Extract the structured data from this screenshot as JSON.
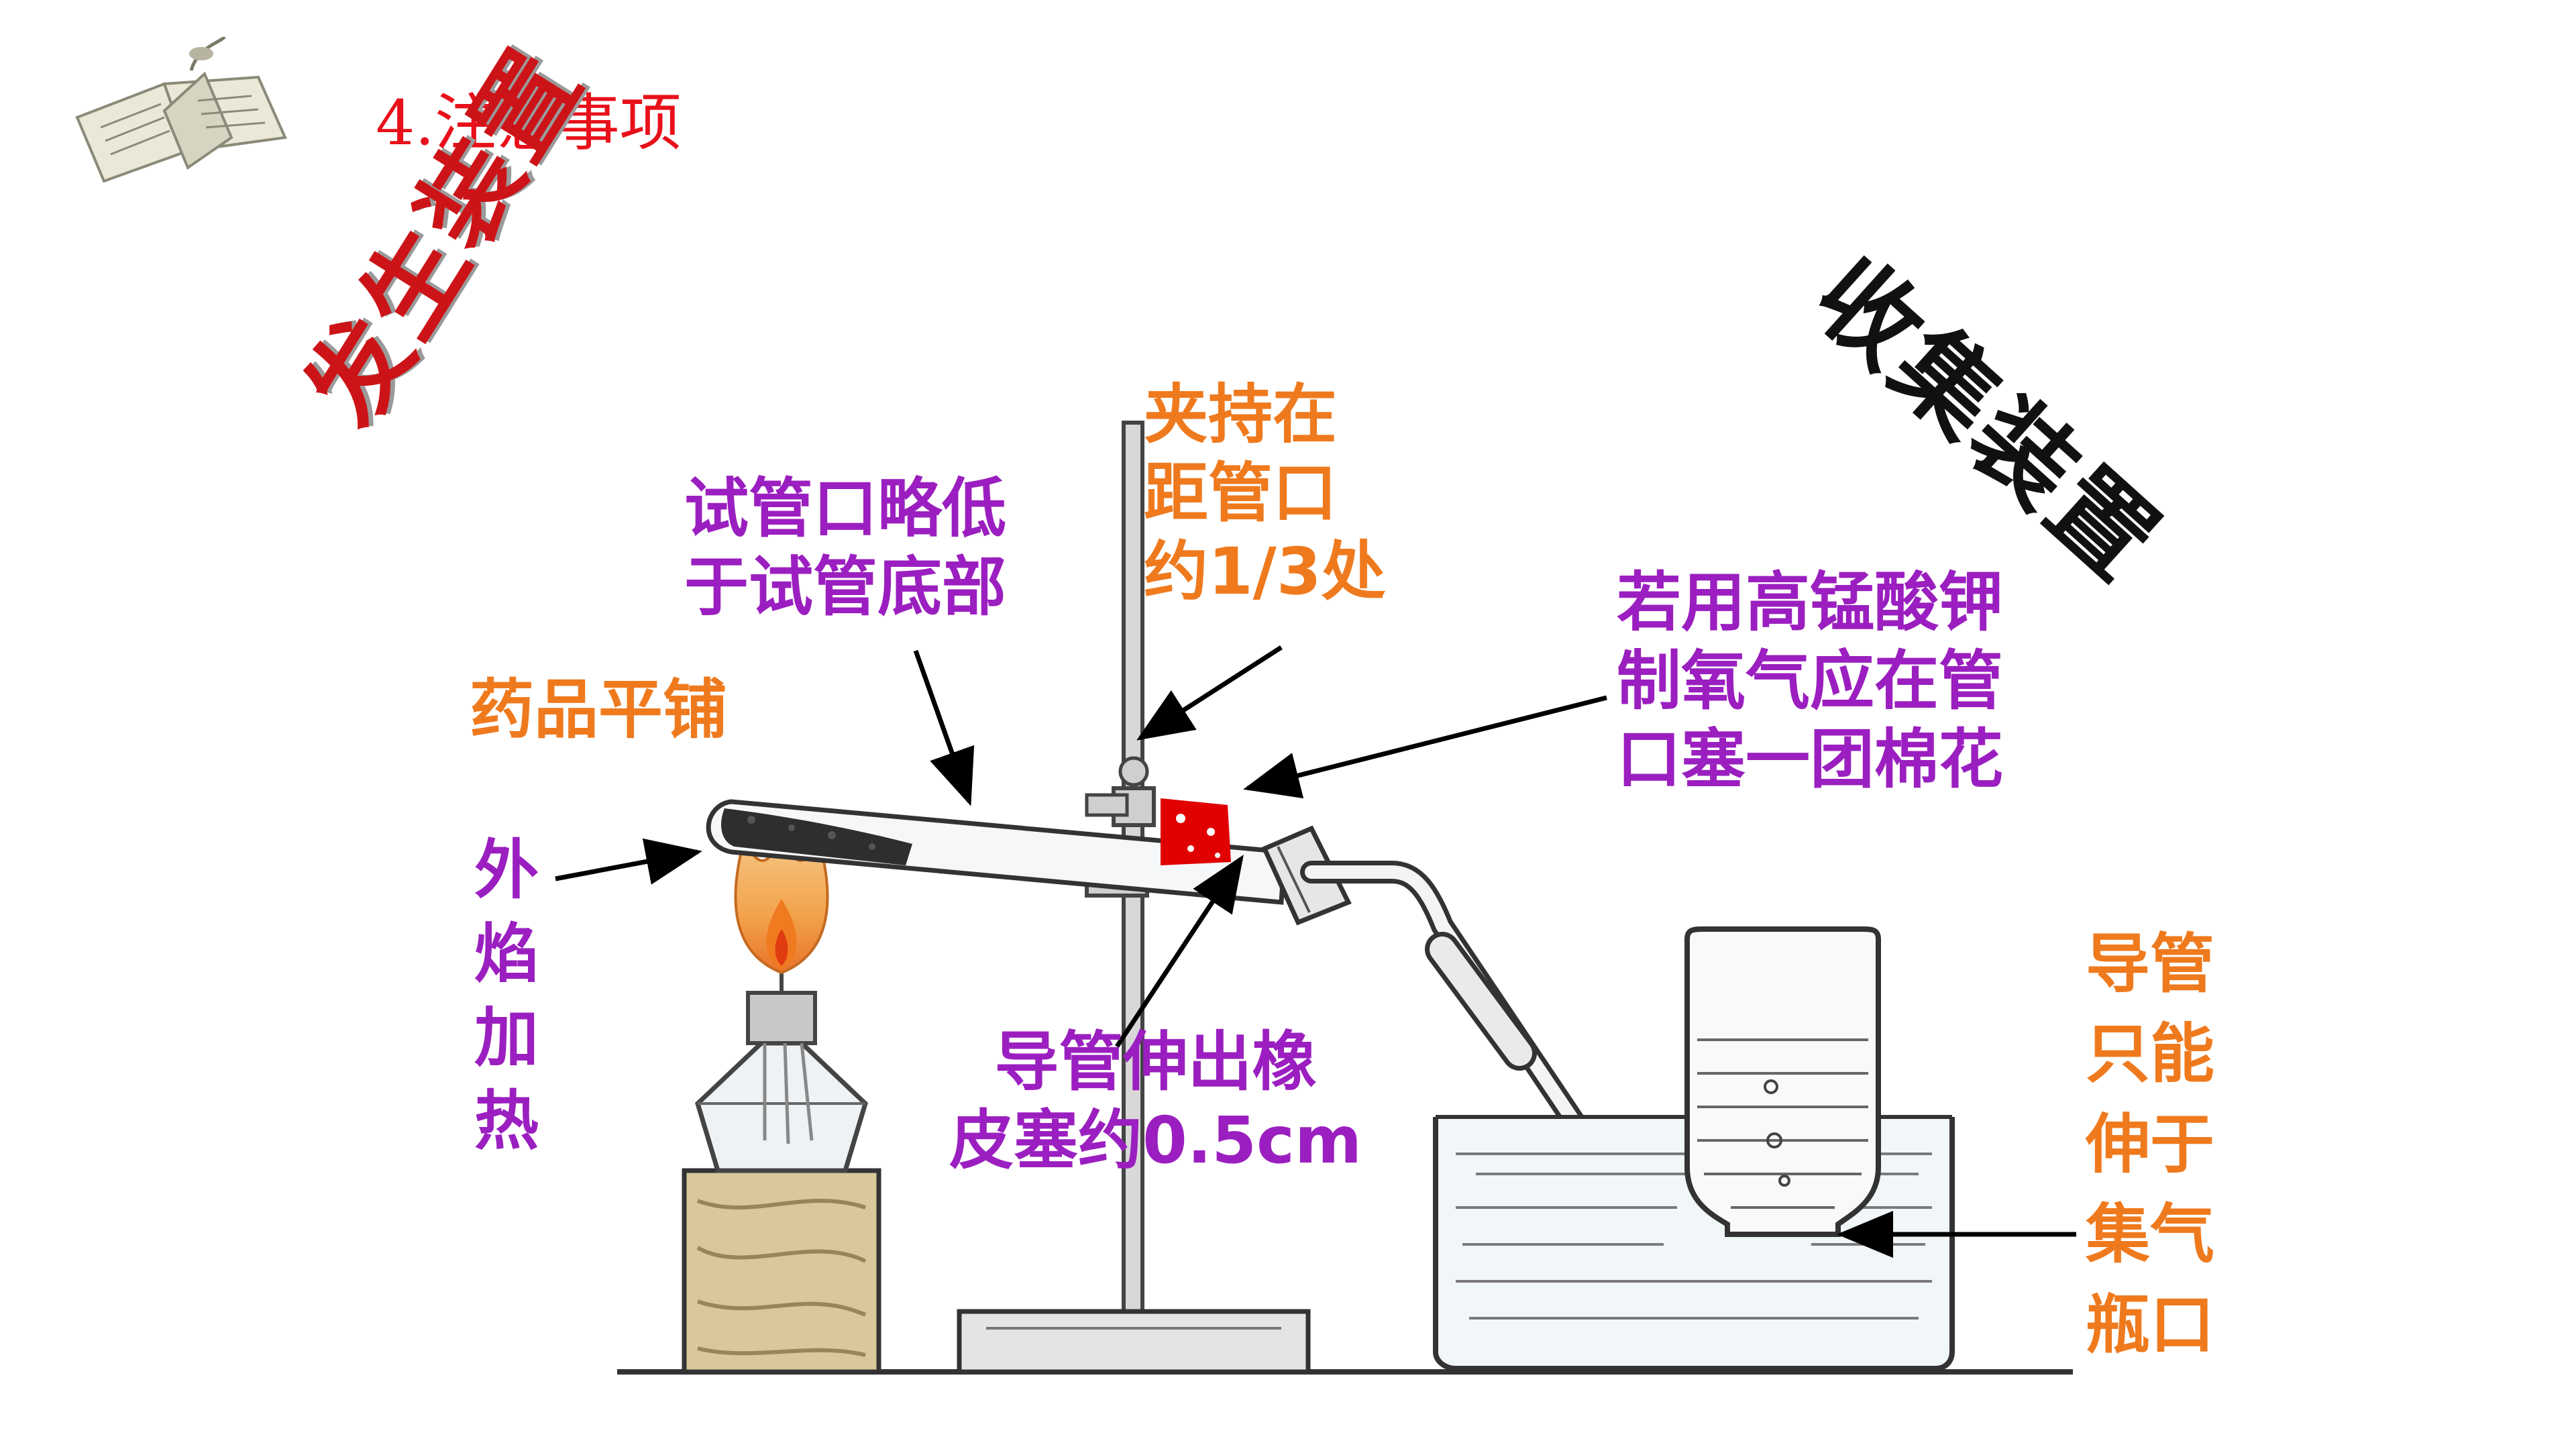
{
  "title": "4.注意事项",
  "headings": {
    "generation": "发生装置",
    "collection": "收集装置"
  },
  "labels": {
    "tube_mouth": [
      "试管口略低",
      "于试管底部"
    ],
    "clamp": [
      "夹持在",
      "距管口",
      "约1/3处"
    ],
    "cotton": [
      "若用高锰酸钾",
      "制氧气应在管",
      "口塞一团棉花"
    ],
    "spread": "药品平铺",
    "flame": "外焰加热",
    "conduit_stopper": [
      "导管伸出橡",
      "皮塞约0.5cm"
    ],
    "conduit_bottle": "导管只能伸于集气瓶口"
  },
  "colors": {
    "title": "#e8101a",
    "heading_generation": "#cc1418",
    "heading_collection": "#111111",
    "purple_text": "#9b1fc0",
    "orange_text": "#ef7a1e",
    "cotton": "#e00000"
  },
  "icons": [
    "open-book-icon"
  ]
}
